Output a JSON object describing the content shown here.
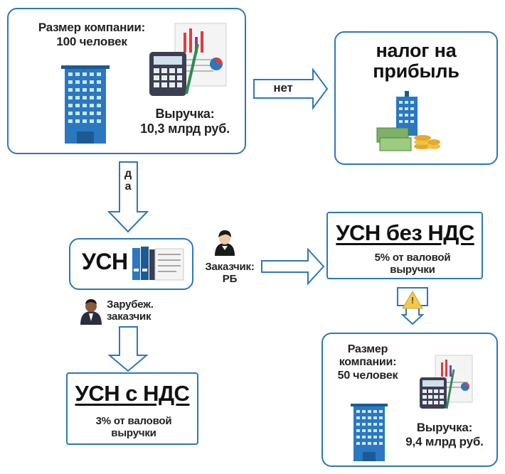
{
  "company_box": {
    "size_line1": "Размер компании:",
    "size_line2": "100 человек",
    "revenue_line1": "Выручка:",
    "revenue_line2": "10,3 млрд руб."
  },
  "profit_tax_box": {
    "line1": "налог на",
    "line2": "прибыль"
  },
  "arrow_no": {
    "label": "нет"
  },
  "arrow_yes": {
    "label_d": "д",
    "label_a": "а"
  },
  "usn_box": {
    "title": "УСН"
  },
  "customer_rb": {
    "line1": "Заказчик:",
    "line2": "РБ"
  },
  "foreign_customer": {
    "line1": "Зарубеж.",
    "line2": "заказчик"
  },
  "usn_without_vat": {
    "title": "УСН без НДС",
    "line1": "5% от валовой",
    "line2": "выручки"
  },
  "usn_with_vat": {
    "title": "УСН с НДС",
    "line1": "3% от валовой",
    "line2": "выручки"
  },
  "small_company_box": {
    "size_line1": "Размер",
    "size_line2": "компании:",
    "size_line3": "50 человек",
    "revenue_line1": "Выручка:",
    "revenue_line2": "9,4 млрд руб."
  },
  "warning": {
    "symbol": "!"
  },
  "colors": {
    "border": "#2d78b8",
    "building": "#2a78c0",
    "arrow_fill": "#ffffff",
    "warning": "#f2c94c"
  }
}
